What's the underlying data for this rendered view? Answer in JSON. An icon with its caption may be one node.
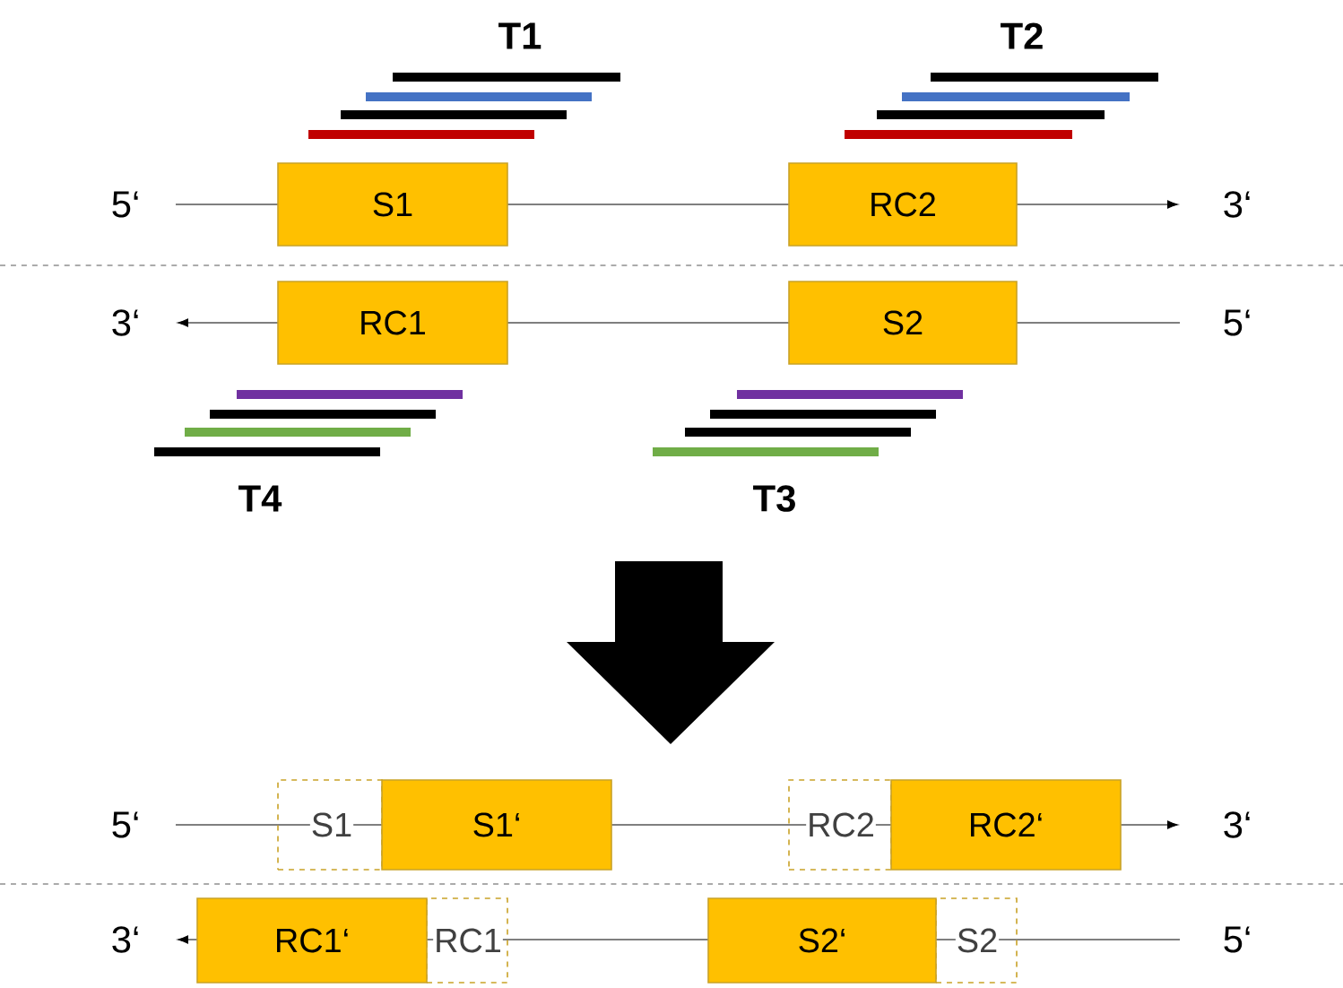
{
  "diagram": {
    "nodes": [
      {
        "text": [
          "S1"
        ]
      },
      {
        "text": [
          "RC2"
        ]
      },
      {
        "text": [
          "RC1"
        ]
      },
      {
        "text": [
          "S2"
        ]
      },
      {
        "text": [
          "S1"
        ]
      },
      {
        "text": [
          "S1‘"
        ]
      },
      {
        "text": [
          "RC2"
        ]
      },
      {
        "text": [
          "RC2‘"
        ]
      },
      {
        "text": [
          "RC1‘"
        ]
      },
      {
        "text": [
          "RC1"
        ]
      },
      {
        "text": [
          "S2‘"
        ]
      },
      {
        "text": [
          "S2"
        ]
      }
    ],
    "labels": [
      "T1",
      "T2",
      "5‘",
      "3‘",
      "3‘",
      "5‘",
      "T4",
      "T3",
      "5‘",
      "3‘",
      "3‘",
      "5‘"
    ]
  }
}
